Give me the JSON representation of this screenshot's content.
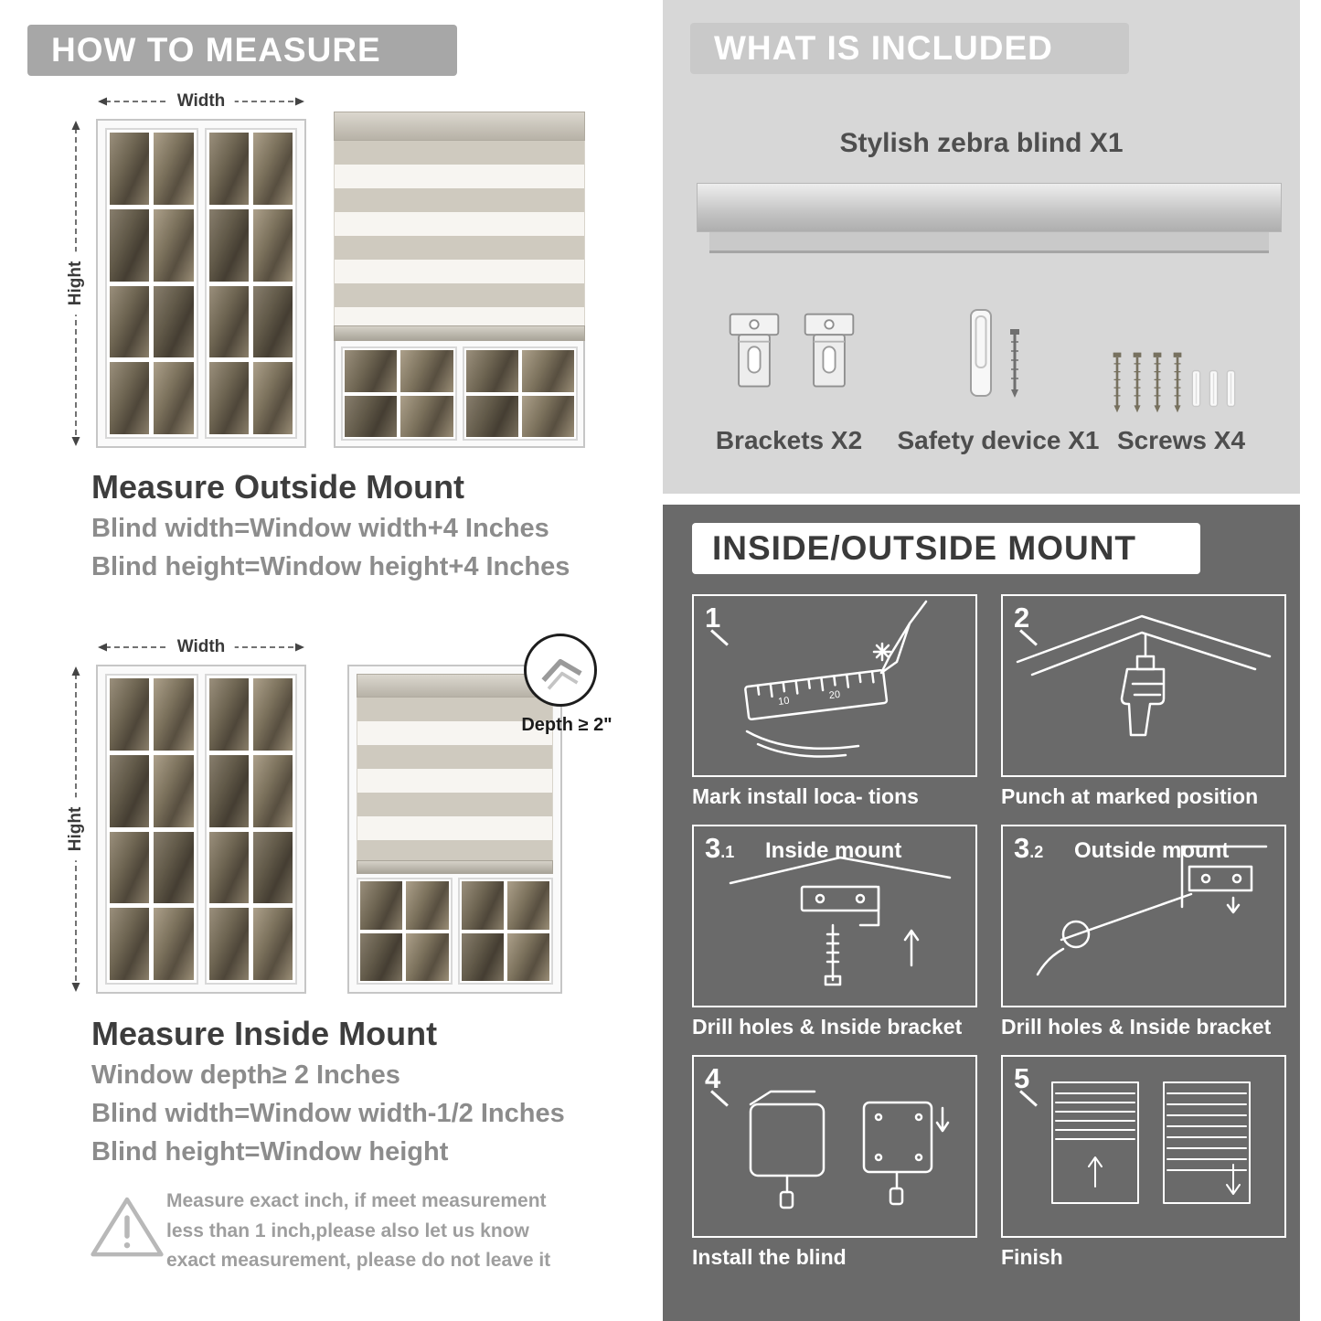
{
  "colors": {
    "header_gray": "#a7a7a7",
    "included_panel": "#d7d7d7",
    "mount_panel": "#6a6a6a",
    "text_dark": "#3d3d3d",
    "text_gray": "#8c8c8c"
  },
  "left": {
    "header": "HOW TO MEASURE",
    "outside": {
      "width_label": "Width",
      "height_label": "Hight",
      "title": "Measure Outside Mount",
      "line1": "Blind width=Window width+4 Inches",
      "line2": "Blind height=Window height+4 Inches"
    },
    "inside": {
      "width_label": "Width",
      "height_label": "Hight",
      "depth_callout": "Depth ≥ 2\"",
      "title": "Measure Inside Mount",
      "line1": "Window depth≥ 2 Inches",
      "line2": "Blind width=Window width-1/2 Inches",
      "line3": "Blind height=Window height"
    },
    "note": "Measure exact inch, if meet measurement less than 1 inch,please also let us know exact measurement, please do not leave it"
  },
  "included": {
    "header": "WHAT IS INCLUDED",
    "product": "Stylish zebra blind X1",
    "items": [
      {
        "label": "Brackets X2"
      },
      {
        "label": "Safety device X1"
      },
      {
        "label": "Screws X4"
      }
    ]
  },
  "mount": {
    "header": "INSIDE/OUTSIDE MOUNT",
    "steps": [
      {
        "num": "1",
        "sub": "",
        "inline": "",
        "caption": "Mark install loca- tions"
      },
      {
        "num": "2",
        "sub": "",
        "inline": "",
        "caption": "Punch at  marked position"
      },
      {
        "num": "3",
        "sub": ".1",
        "inline": "Inside mount",
        "caption": "Drill holes &  Inside bracket"
      },
      {
        "num": "3",
        "sub": ".2",
        "inline": "Outside mount",
        "caption": "Drill holes &  Inside bracket"
      },
      {
        "num": "4",
        "sub": "",
        "inline": "",
        "caption": "Install the blind"
      },
      {
        "num": "5",
        "sub": "",
        "inline": "",
        "caption": "Finish"
      }
    ]
  }
}
